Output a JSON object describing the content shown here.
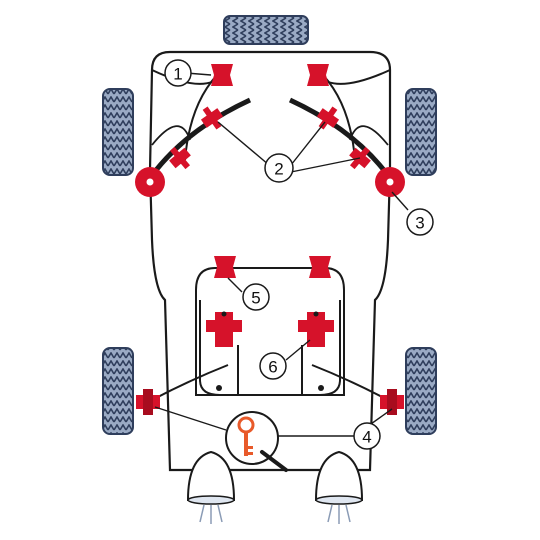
{
  "diagram": {
    "colors": {
      "bush": "#d6122a",
      "bush_dark": "#a80c1e",
      "frame": "#1a1a1a",
      "tyre": "#8a9bb5",
      "tyre_tread": "#3a4a66",
      "key": "#e85a2a"
    },
    "callouts": [
      {
        "id": "1",
        "label": "1"
      },
      {
        "id": "2",
        "label": "2"
      },
      {
        "id": "3",
        "label": "3"
      },
      {
        "id": "4",
        "label": "4"
      },
      {
        "id": "5",
        "label": "5"
      },
      {
        "id": "6",
        "label": "6"
      }
    ],
    "icons": [
      "tyre-icon",
      "key-icon",
      "exhaust-tip-icon"
    ]
  }
}
